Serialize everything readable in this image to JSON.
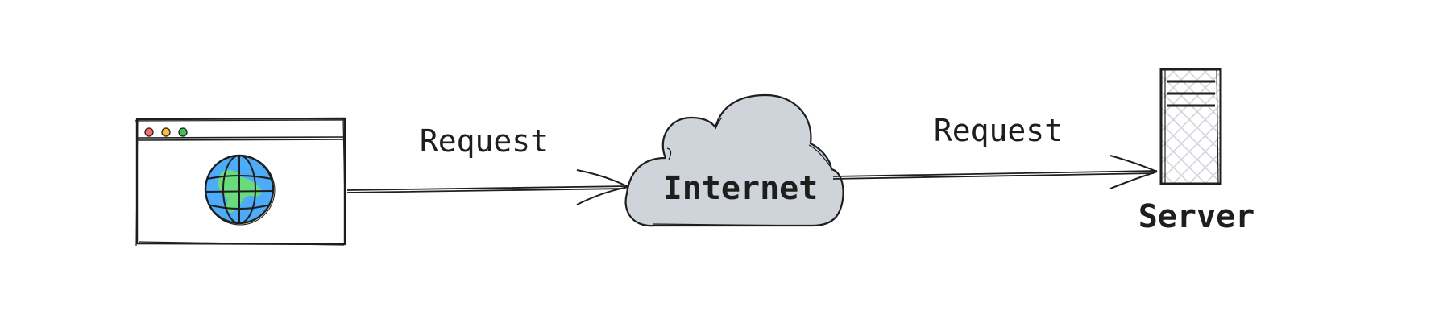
{
  "diagram": {
    "nodes": {
      "browser": {
        "icon": "browser-globe-icon"
      },
      "internet": {
        "label": "Internet",
        "icon": "cloud-icon"
      },
      "server": {
        "label": "Server",
        "icon": "server-icon"
      }
    },
    "edges": [
      {
        "from": "browser",
        "to": "internet",
        "label": "Request"
      },
      {
        "from": "internet",
        "to": "server",
        "label": "Request"
      }
    ],
    "colors": {
      "stroke": "#1e1e1e",
      "cloud_fill": "#ced4da",
      "globe_ocean": "#4dabf7",
      "globe_land": "#69db7c",
      "dot_red": "#ff6b6b",
      "dot_yellow": "#ffc034",
      "dot_green": "#40c057",
      "server_hatch": "#ced4da"
    }
  }
}
